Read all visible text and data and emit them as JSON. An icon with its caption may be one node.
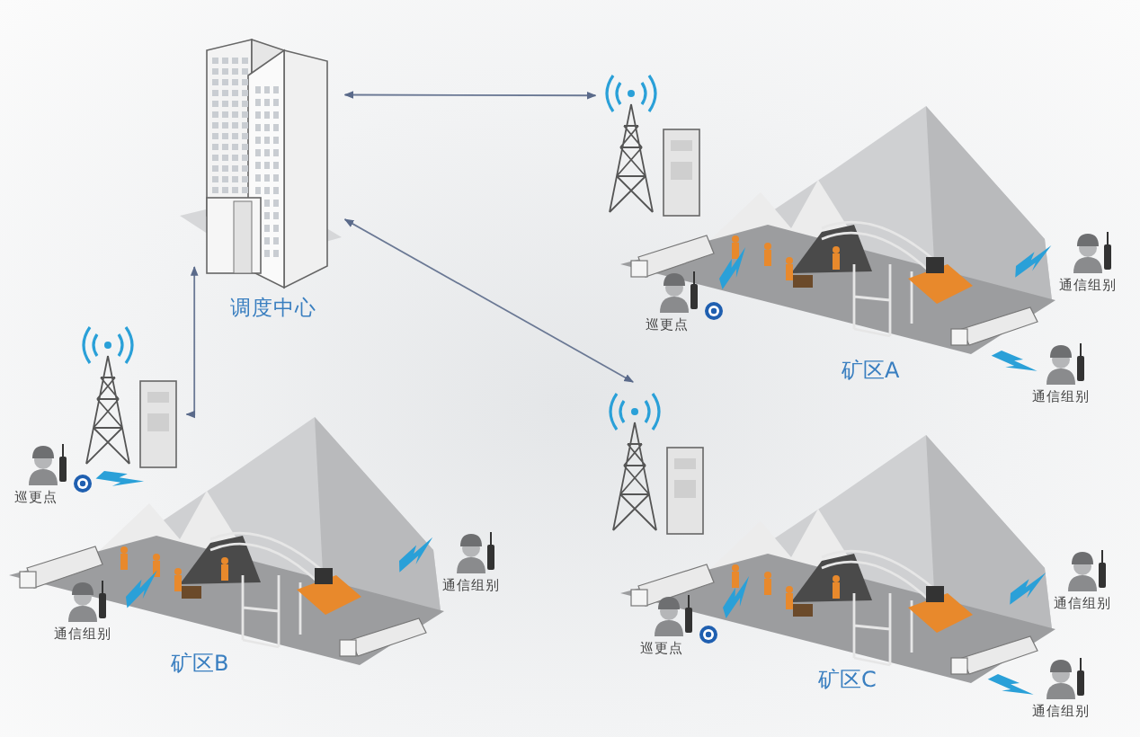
{
  "diagram": {
    "nodes": [
      {
        "text": [
          "调度中心"
        ]
      },
      {
        "text": [],
        "shape": "picture"
      },
      {
        "text": [],
        "shape": "picture"
      },
      {
        "text": [],
        "shape": "picture"
      }
    ],
    "edges": [
      {
        "from": 0,
        "to": 1,
        "arrow": "both"
      },
      {
        "from": 0,
        "to": 2,
        "arrow": "both"
      },
      {
        "from": 0,
        "to": 3,
        "arrow": "both"
      }
    ],
    "labels": [
      "通信组别",
      "巡更点",
      "矿区A",
      "通信组别",
      "巡更点",
      "通信组别",
      "通信组别",
      "通信组别",
      "巡更点",
      "矿区B",
      "矿区C",
      "通信组别"
    ]
  }
}
